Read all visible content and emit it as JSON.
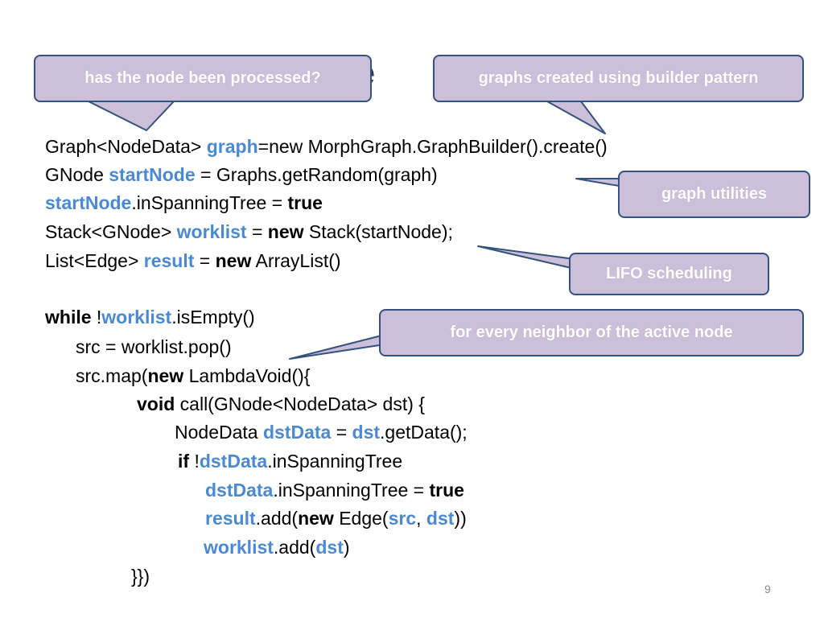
{
  "slide": {
    "title_fragment": "ree",
    "page_number": "9"
  },
  "callouts": {
    "processed": "has the node been processed?",
    "builder": "graphs created using builder pattern",
    "utilities": "graph utilities",
    "lifo": "LIFO scheduling",
    "neighbor": "for every neighbor of the active node"
  },
  "code": {
    "l1": {
      "a": "Graph<NodeData> ",
      "b": "graph",
      "c": "=new MorphGraph.GraphBuilder().create()"
    },
    "l2": {
      "a": "GNode ",
      "b": "startNode",
      "c": " = Graphs.getRandom(graph)"
    },
    "l3": {
      "a": "startNode",
      "b": ".inSpanningTree = ",
      "c": "true"
    },
    "l4": {
      "a": "Stack<GNode> ",
      "b": "worklist",
      "c": " = ",
      "d": "new",
      "e": " Stack(startNode);"
    },
    "l5": {
      "a": "List<Edge> ",
      "b": "result",
      "c": " = ",
      "d": "new",
      "e": " ArrayList()"
    },
    "l6": {
      "a": "while",
      "b": " !",
      "c": "worklist",
      "d": ".isEmpty()"
    },
    "l7": {
      "a": "src = worklist.pop()"
    },
    "l8": {
      "a": "src.map(",
      "b": "new",
      "c": " LambdaVoid(){"
    },
    "l9": {
      "a": "void",
      "b": " call(GNode<NodeData> dst) {"
    },
    "l10": {
      "a": "NodeData ",
      "b": "dstData",
      "c": " = ",
      "d": "dst",
      "e": ".getData();"
    },
    "l11": {
      "a": "if",
      "b": " !",
      "c": "dstData",
      "d": ".inSpanningTree"
    },
    "l12": {
      "a": "dstData",
      "b": ".inSpanningTree = ",
      "c": "true"
    },
    "l13": {
      "a": "result",
      "b": ".add(",
      "c": "new",
      "d": " Edge(",
      "e": "src",
      "f": ", ",
      "g": "dst",
      "h": "))"
    },
    "l14": {
      "a": "worklist",
      "b": ".add(",
      "c": "dst",
      "d": ")"
    },
    "l15": {
      "a": "}})"
    }
  },
  "colors": {
    "title": "#1f3a64",
    "variable": "#4a8ad4",
    "callout_fill": "#cbbfda",
    "callout_border": "#34527d"
  }
}
